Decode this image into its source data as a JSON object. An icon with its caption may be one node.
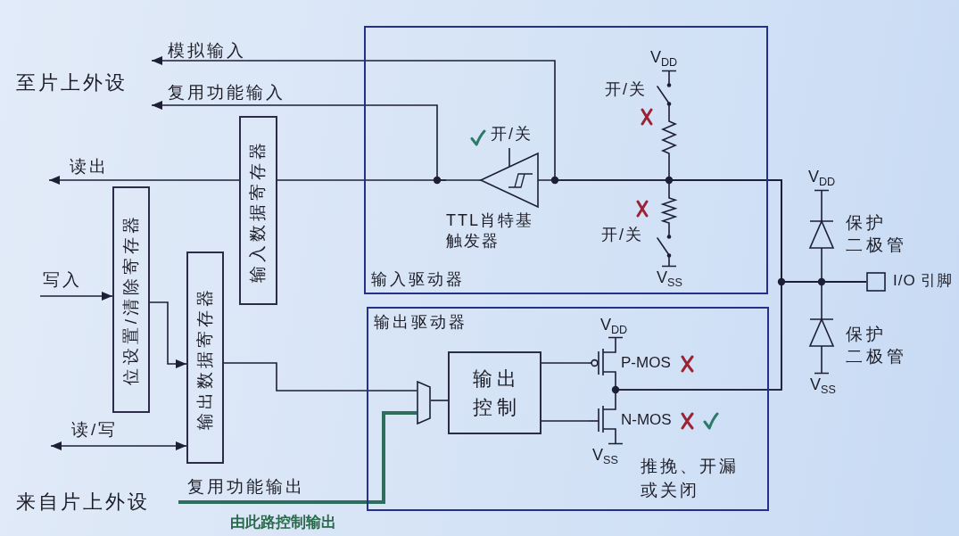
{
  "diagram": {
    "nodes": [
      {
        "text": [
          "至片上外设"
        ]
      },
      {
        "text": [
          "输入驱动器"
        ]
      },
      {
        "text": [
          "TTL肖特基触发器"
        ],
        "in": 1,
        "beside": [
          "开/关"
        ]
      },
      {
        "text": [],
        "shape": "switch",
        "in": 1,
        "beside": [
          "V$_{DD}$",
          "开/关"
        ]
      },
      {
        "text": [],
        "shape": "resistor",
        "in": 1
      },
      {
        "text": [],
        "shape": "resistor",
        "in": 1
      },
      {
        "text": [],
        "shape": "switch",
        "in": 1,
        "beside": [
          "开/关",
          "V$_{SS}$"
        ]
      },
      {
        "text": [
          "输入数据寄存器"
        ]
      },
      {
        "text": [
          "位设置/清除寄存器"
        ]
      },
      {
        "text": [
          "输出数据寄存器"
        ]
      },
      {
        "text": [],
        "shape": "diode",
        "beside": [
          "V$_{DD}$",
          "保护二极管"
        ]
      },
      {
        "text": [],
        "shape": "box",
        "beside": [
          "I/O 引脚"
        ]
      },
      {
        "text": [],
        "shape": "diode",
        "beside": [
          "保护二极管",
          "V$_{SS}$"
        ]
      },
      {
        "text": [
          "输出驱动器"
        ]
      },
      {
        "text": [],
        "shape": "trapezoid",
        "in": 13
      },
      {
        "text": [
          "输出控制"
        ],
        "in": 13
      },
      {
        "text": [],
        "shape": "transistor",
        "in": 13,
        "beside": [
          "V$_{DD}$",
          "P-MOS"
        ]
      },
      {
        "text": [],
        "shape": "transistor",
        "in": 13,
        "beside": [
          "N-MOS",
          "V$_{SS}$"
        ]
      },
      {
        "text": [
          "来自片上外设"
        ]
      }
    ],
    "edges": [
      {
        "from": 11,
        "to": 10,
        "arrow": "none"
      },
      {
        "from": 11,
        "to": 12,
        "arrow": "none"
      },
      {
        "from": 11,
        "to": 4,
        "arrow": "none"
      },
      {
        "from": 11,
        "to": 5,
        "arrow": "none"
      },
      {
        "from": 11,
        "to": 2,
        "arrow": "none"
      },
      {
        "from": 11,
        "to": 0,
        "arrow": "to",
        "label": "模拟输入"
      },
      {
        "from": 3,
        "to": 4,
        "arrow": "none"
      },
      {
        "from": 5,
        "to": 6,
        "arrow": "none"
      },
      {
        "from": 2,
        "to": 7,
        "arrow": "none"
      },
      {
        "from": 2,
        "to": 0,
        "arrow": "to",
        "label": "复用功能输入"
      },
      {
        "from": 7,
        "to": null,
        "arrow": "to",
        "label": "读出"
      },
      {
        "from": null,
        "to": 8,
        "arrow": "to",
        "label": "写入"
      },
      {
        "from": 8,
        "to": 9,
        "arrow": "to"
      },
      {
        "from": null,
        "to": 9,
        "arrow": "both",
        "label": "读/写"
      },
      {
        "from": 9,
        "to": 14,
        "arrow": "none"
      },
      {
        "from": 18,
        "to": 14,
        "arrow": "none",
        "label": "复用功能输出",
        "style": "thick",
        "color": "#2e6e5c"
      },
      {
        "from": 14,
        "to": 15,
        "arrow": "none"
      },
      {
        "from": 15,
        "to": 16,
        "arrow": "none"
      },
      {
        "from": 15,
        "to": 17,
        "arrow": "none"
      },
      {
        "from": 16,
        "to": 11,
        "arrow": "none"
      },
      {
        "from": 17,
        "to": 11,
        "arrow": "none"
      }
    ],
    "labels": [
      "推挽、开漏或关闭",
      "由此路控制输出"
    ]
  }
}
